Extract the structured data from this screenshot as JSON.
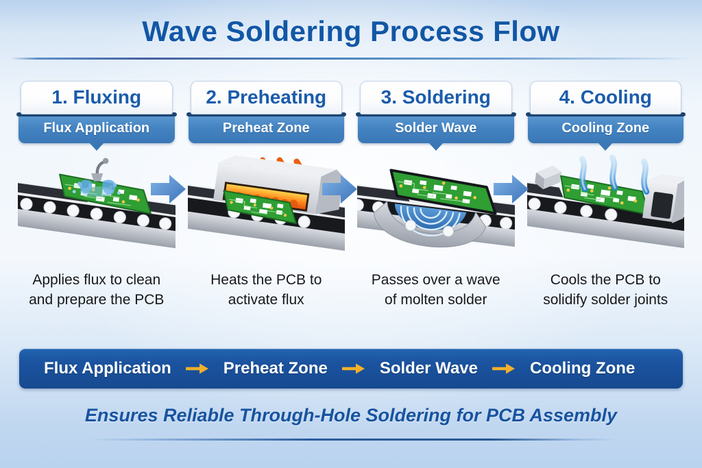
{
  "header": {
    "title": "Wave Soldering Process Flow"
  },
  "stages": [
    {
      "step_label": "1. Fluxing",
      "zone_label": "Flux Application",
      "description": "Applies flux to clean and prepare the PCB",
      "illustration_icon": "flux-spray-over-pcb-conveyor-icon"
    },
    {
      "step_label": "2. Preheating",
      "zone_label": "Preheat Zone",
      "description": "Heats the PCB to activate flux",
      "illustration_icon": "preheat-oven-over-pcb-conveyor-icon"
    },
    {
      "step_label": "3. Soldering",
      "zone_label": "Solder Wave",
      "description": "Passes over a wave of molten solder",
      "illustration_icon": "pcb-over-molten-solder-wave-icon"
    },
    {
      "step_label": "4. Cooling",
      "zone_label": "Cooling Zone",
      "description": "Cools the PCB to solidify solder joints",
      "illustration_icon": "cooling-air-jets-over-pcb-conveyor-icon"
    }
  ],
  "flow_bar": {
    "steps": [
      "Flux Application",
      "Preheat Zone",
      "Solder Wave",
      "Cooling Zone"
    ]
  },
  "footer": {
    "tagline": "Ensures Reliable Through-Hole Soldering for PCB Assembly"
  },
  "colors": {
    "title_blue": "#1157a6",
    "stage_label_blue": "#1a5cab",
    "banner_blue": "#3a77b6",
    "banner_edge_navy": "#1e4471",
    "flow_bar_navy": "#1b539f",
    "stage_arrow_blue": "#4c85c8",
    "flow_arrow_yellow": "#f2b02a",
    "pcb_green": "#2f9e33",
    "heat_orange": "#ef6a14",
    "cooling_blue": "#3e8fd4",
    "solder_wave_blue": "#3f86cb"
  }
}
